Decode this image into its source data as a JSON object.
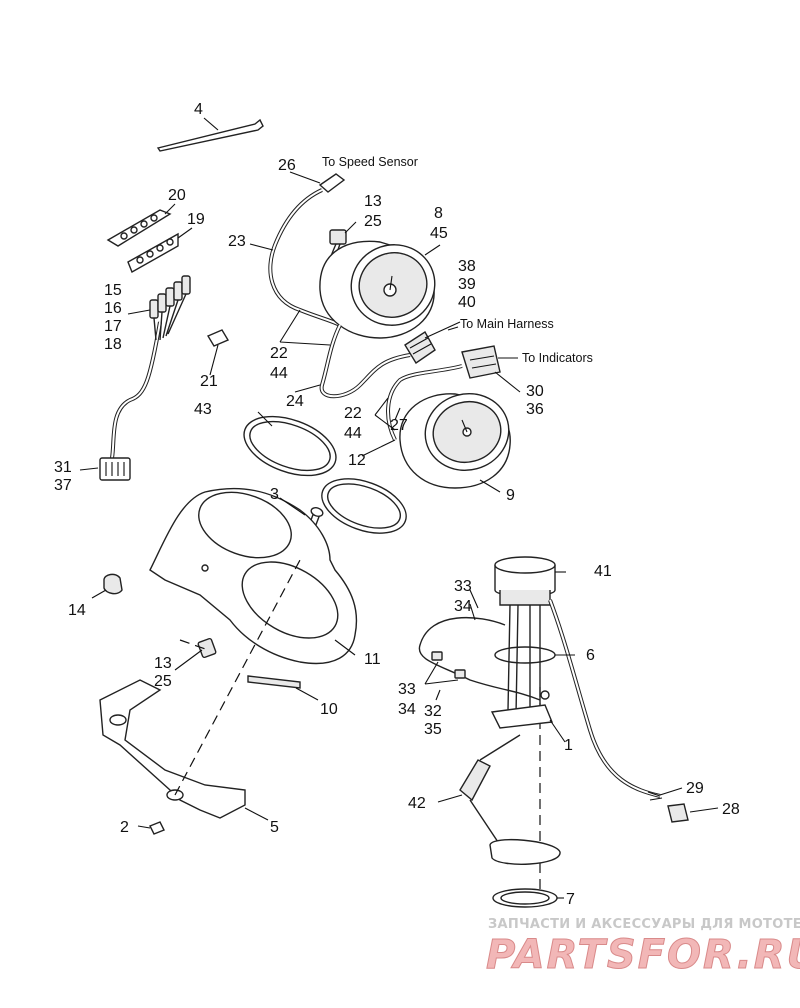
{
  "callouts": {
    "c1": "1",
    "c2": "2",
    "c3": "3",
    "c4": "4",
    "c5": "5",
    "c6": "6",
    "c7": "7",
    "c8_45": [
      "8",
      "45"
    ],
    "c9": "9",
    "c10": "10",
    "c11": "11",
    "c12": "12",
    "c13_25_top": [
      "13",
      "25"
    ],
    "c13_25_bottom": [
      "13",
      "25"
    ],
    "c14": "14",
    "c15_18": [
      "15",
      "16",
      "17",
      "18"
    ],
    "c19": "19",
    "c20": "20",
    "c21": "21",
    "c22_44_left": [
      "22",
      "44"
    ],
    "c22_44_right": [
      "22",
      "44"
    ],
    "c23": "23",
    "c24": "24",
    "c26": "26",
    "c27": "27",
    "c28": "28",
    "c29": "29",
    "c30_36": [
      "30",
      "36"
    ],
    "c31_37": [
      "31",
      "37"
    ],
    "c32_35": [
      "32",
      "35"
    ],
    "c33_34_top": [
      "33",
      "34"
    ],
    "c33_34_bottom": [
      "33",
      "34"
    ],
    "c38_40": [
      "38",
      "39",
      "40"
    ],
    "c41": "41",
    "c42": "42",
    "c43": "43"
  },
  "notes": {
    "speed_sensor": "To Speed Sensor",
    "main_harness": "To Main Harness",
    "indicators": "To Indicators"
  },
  "watermark": {
    "tagline": "ЗАПЧАСТИ И АКСЕССУАРЫ ДЛЯ МОТОТЕХНИКИ",
    "brand": "PARTSFOR.RU",
    "colors": {
      "brand_fill": "#f2b7b7",
      "tagline": "#c8c8c8"
    }
  }
}
